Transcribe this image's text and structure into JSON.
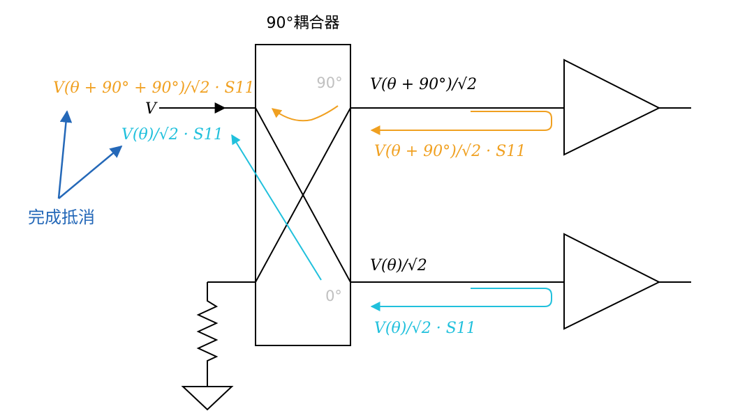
{
  "title": "90°耦合器",
  "ports": {
    "port_90": "90°",
    "port_0": "0°"
  },
  "input_label": "V",
  "output_top_label": "V(θ + 90°)/√2",
  "output_bottom_label": "V(θ)/√2",
  "reflect_top_label": "V(θ + 90°)/√2 · S11",
  "reflect_bottom_label": "V(θ)/√2 · S11",
  "sum_top_label": "V(θ + 90° + 90°)/√2 · S11",
  "sum_bottom_label": "V(θ)/√2 · S11",
  "cancel_label": "完成抵消",
  "colors": {
    "orange": "#F0A020",
    "cyan": "#20C0DC",
    "blue": "#2468B8",
    "gray": "#C0C0C0",
    "black": "#000000"
  }
}
